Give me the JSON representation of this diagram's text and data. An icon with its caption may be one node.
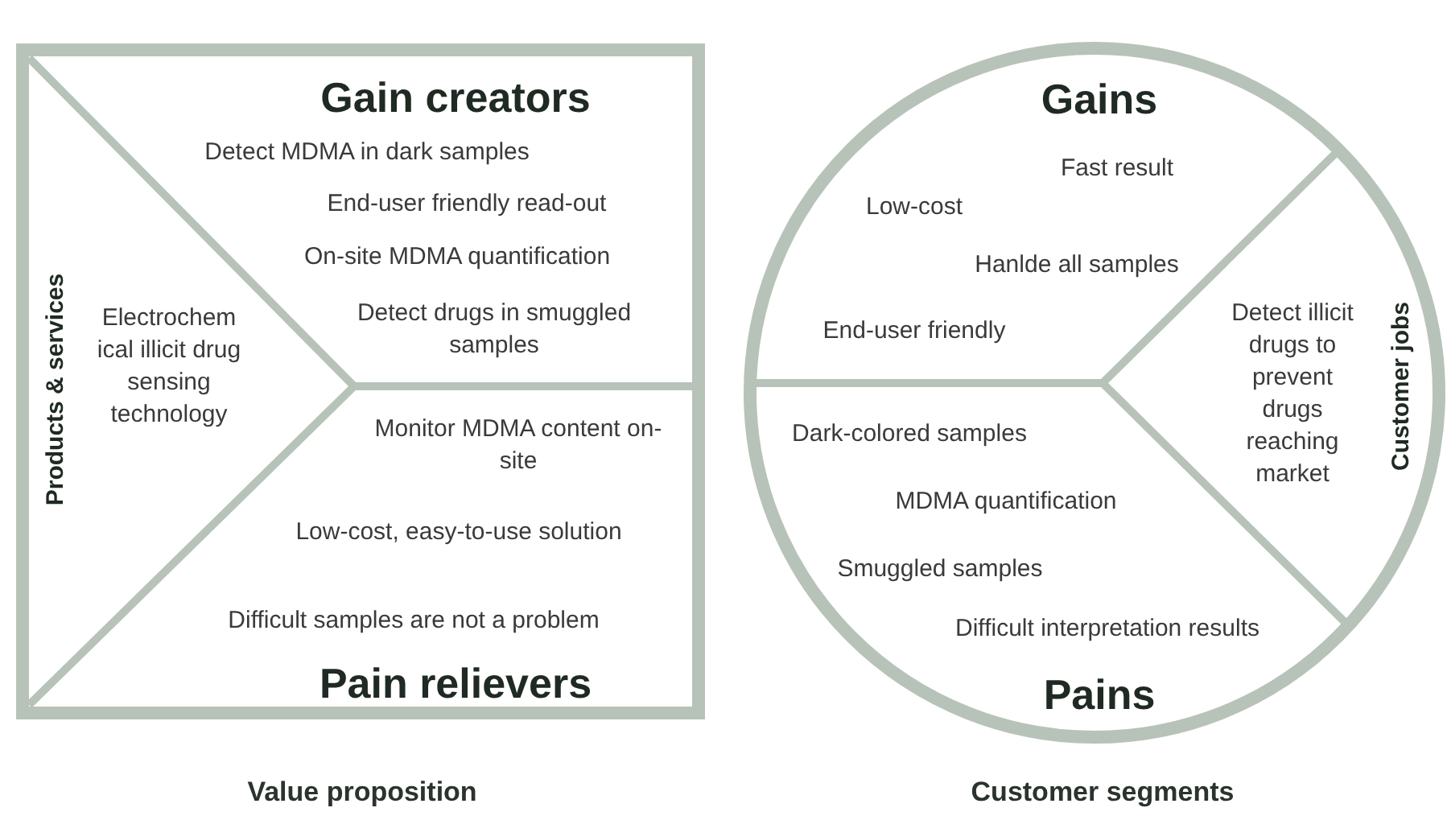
{
  "diagram": {
    "nodes": [
      {
        "text": [],
        "shape": "box",
        "beside": [
          "Value proposition"
        ]
      },
      {
        "text": [
          "Gain creators",
          "Detect MDMA in dark samples",
          "End-user friendly read-out",
          "On-site MDMA quantification",
          "Detect drugs in smuggled samples"
        ],
        "in": 0
      },
      {
        "text": [
          "Products & services",
          "Electrochem ical illicit drug sensing technology"
        ],
        "in": 0
      },
      {
        "text": [
          "Monitor MDMA content on-site",
          "Low-cost, easy-to-use solution",
          "Difficult samples are not a problem",
          "Pain relievers"
        ],
        "in": 0
      },
      {
        "text": [],
        "shape": "circle",
        "beside": [
          "Customer segments"
        ]
      },
      {
        "text": [
          "Gains",
          "Fast result",
          "Low-cost",
          "Hanlde all samples",
          "End-user friendly"
        ],
        "in": 4
      },
      {
        "text": [
          "Detect illicit drugs to prevent drugs reaching market",
          "Customer jobs"
        ],
        "in": 4
      },
      {
        "text": [
          "Dark-colored samples",
          "MDMA quantification",
          "Smuggled samples",
          "Difficult interpretation results",
          "Pains"
        ],
        "in": 4
      }
    ]
  }
}
